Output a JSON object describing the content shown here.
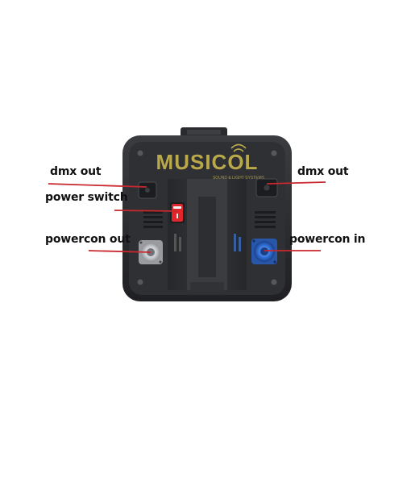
{
  "brand": {
    "logo_text": "MUSICOL",
    "logo_subtext": "SOUND & LIGHT SYSTEMS"
  },
  "callouts": {
    "dmx_out_left": "dmx out",
    "power_switch": "power switch",
    "powercon_out": "powercon out",
    "dmx_out_right": "dmx out",
    "powercon_in": "powercon in"
  },
  "colors": {
    "callout_line": "#c8282e",
    "housing": "#2b2d30",
    "powercon_in_blue": "#2f6fd6",
    "powercon_out_grey": "#c9ccd0",
    "switch_red": "#e0262b",
    "logo_gold": "#b9a94a"
  }
}
